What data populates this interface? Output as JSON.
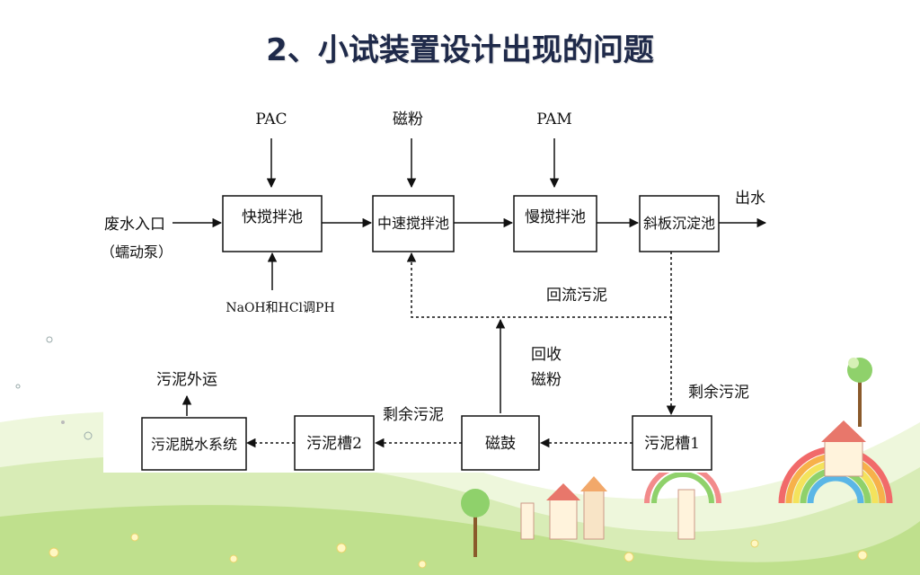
{
  "slide": {
    "title": "2、小试装置设计出现的问题"
  },
  "diagram": {
    "inputs": {
      "pac": "PAC",
      "magnetic_powder": "磁粉",
      "pam": "PAM",
      "ph_adjust": "NaOH和HCl调PH"
    },
    "inlet": {
      "line1": "废水入口",
      "line2": "（蠕动泵）"
    },
    "outlet": "出水",
    "boxes": {
      "fast_mix": "快搅拌池",
      "medium_mix": "中速搅拌池",
      "slow_mix": "慢搅拌池",
      "inclined_settler": "斜板沉淀池",
      "sludge_tank_1": "污泥槽1",
      "magnetic_drum": "磁鼓",
      "sludge_tank_2": "污泥槽2",
      "dewatering": "污泥脱水系统"
    },
    "labels": {
      "return_sludge": "回流污泥",
      "recovered_powder_1": "回收",
      "recovered_powder_2": "磁粉",
      "excess_sludge_right": "剩余污泥",
      "excess_sludge_bottom": "剩余污泥",
      "sludge_out": "污泥外运"
    }
  }
}
